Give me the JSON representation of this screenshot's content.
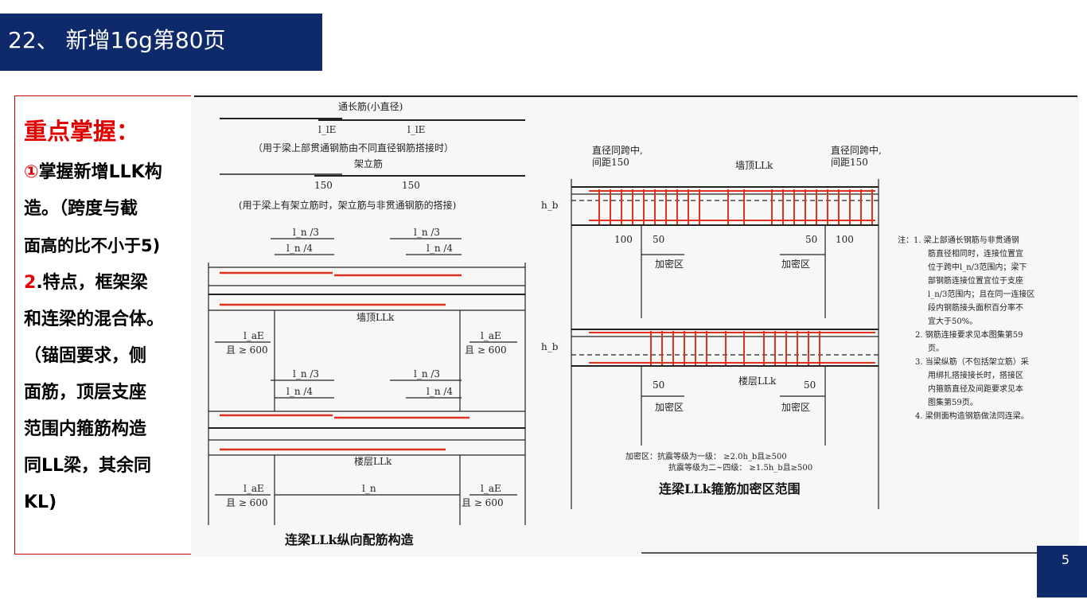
{
  "slide": {
    "title": "22、 新增16g第80页",
    "page_number": "5"
  },
  "notes": {
    "heading": "重点掌握：",
    "lines": [
      {
        "marker": "①",
        "text": "掌握新增LLK构"
      },
      {
        "marker": "",
        "text": "造。（跨度与截"
      },
      {
        "marker": "",
        "text": "面高的比不小于5)"
      },
      {
        "marker": "2",
        "text": ".特点，框架梁"
      },
      {
        "marker": "",
        "text": "和连梁的混合体。"
      },
      {
        "marker": "",
        "text": "（锚固要求，侧"
      },
      {
        "marker": "",
        "text": "面筋，顶层支座"
      },
      {
        "marker": "",
        "text": "范围内箍筋构造"
      },
      {
        "marker": "",
        "text": "同LL梁，其余同"
      },
      {
        "marker": "",
        "text": "KL)"
      }
    ]
  },
  "left_figure": {
    "top_bar_label": "通长筋(小直径)",
    "lle_1": "l_lE",
    "lle_2": "l_lE",
    "top_bar_note": "（用于梁上部贯通钢筋由不同直径钢筋搭接时）",
    "erect_bar_label": "架立筋",
    "dim_150_a": "150",
    "dim_150_b": "150",
    "erect_bar_note": "(用于梁上有架立筋时，架立筋与非贯通钢筋的搭接)",
    "ln3": "l_n /3",
    "ln4": "l_n /4",
    "roof_beam_label": "墙顶LLk",
    "lae": "l_aE",
    "lae_cond": "且 ≥ 600",
    "floor_beam_label": "楼层LLk",
    "ln": "l_n",
    "caption": "连梁LLk纵向配筋构造"
  },
  "right_figure": {
    "splice_note_line1": "直径同跨中,",
    "splice_note_line2": "间距150",
    "roof_beam_label": "墙顶LLk",
    "hb": "h_b",
    "dim_100": "100",
    "dim_50": "50",
    "dense_zone": "加密区",
    "floor_beam_label": "楼层LLk",
    "zone_rule_1": "加密区：抗震等级为一级： ≥2.0h_b且≥500",
    "zone_rule_2": "抗震等级为二~四级： ≥1.5h_b且≥500",
    "caption": "连梁LLk箍筋加密区范围"
  },
  "side_notes": [
    "注：1. 梁上部通长钢筋与非贯通钢",
    "筋直径相同时，连接位置宜",
    "位于跨中l_n/3范围内；梁下",
    "部钢筋连接位置宜位于支座",
    "l_n/3范围内；且在同一连接区",
    "段内钢筋接头面积百分率不",
    "宜大于50%。",
    "2. 钢筋连接要求见本图集第59",
    "页。",
    "3. 当梁纵筋（不包括架立筋）采",
    "用绑扎搭接接长时，搭接区",
    "内箍筋直径及间距要求见本",
    "图集第59页。",
    "4. 梁侧面构造钢筋做法同连梁。"
  ],
  "colors": {
    "title_bg": "#0e2a6b",
    "accent_red": "#e00000",
    "rebar_red": "#e03020",
    "line": "#222222"
  }
}
